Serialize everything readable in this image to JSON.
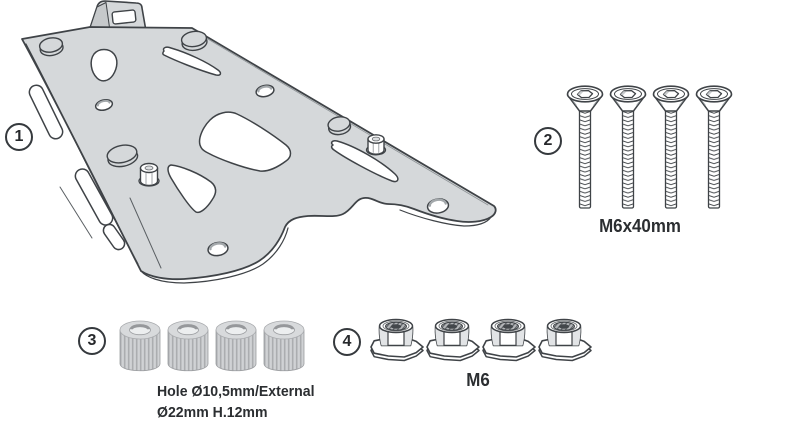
{
  "diagram": {
    "background_color": "#ffffff",
    "line_color": "#3f4347",
    "plate_fill_color": "#d5d8da",
    "spacer_fill_color": "#c6c8cb",
    "items": [
      {
        "number": "1",
        "name": "top-case mounting plate"
      },
      {
        "number": "2",
        "name": "countersunk hex screws",
        "count": 4,
        "label": "M6x40mm"
      },
      {
        "number": "3",
        "name": "knurled spacers",
        "count": 4,
        "label_line1": "Hole Ø10,5mm/External",
        "label_line2": "Ø22mm H.12mm"
      },
      {
        "number": "4",
        "name": "flanged lock nuts",
        "count": 4,
        "label": "M6"
      }
    ]
  }
}
